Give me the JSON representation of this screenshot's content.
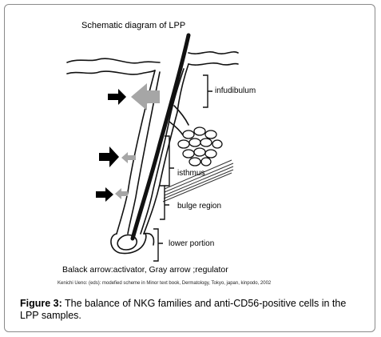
{
  "diagram": {
    "title": "Schematic diagram of LPP",
    "labels": {
      "infundibulum": "infudibulum",
      "isthmus": "isthmus",
      "bulge": "bulge region",
      "lower": "lower portion"
    },
    "legend": "Balack arrow:activator, Gray arrow ;regulator",
    "credit": "Kenichi Ueno: (eds): modefied scheme in Minor text book, Dermatology, Tokyo, japan, kinpodo, 2002",
    "colors": {
      "activator_arrow": "#000000",
      "regulator_arrow": "#a6a6a6",
      "line": "#111111"
    }
  },
  "caption": {
    "label": "Figure 3:",
    "text": " The balance of NKG families and anti-CD56-positive cells in the LPP samples."
  }
}
